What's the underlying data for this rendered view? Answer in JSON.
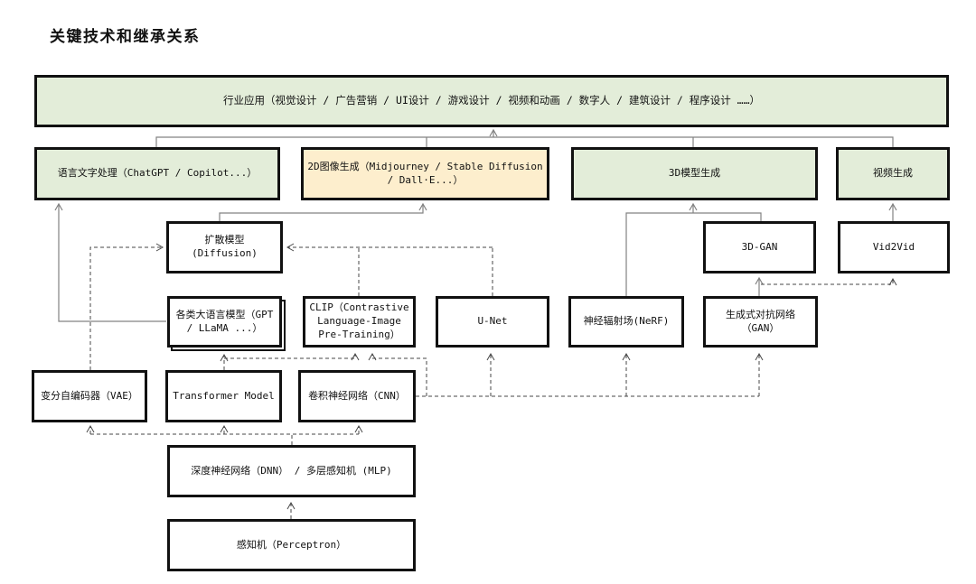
{
  "title": "关键技术和继承关系",
  "colors": {
    "green": "#e3edd9",
    "orange": "#fdeecd",
    "white": "#ffffff",
    "border": "#111111",
    "solid_line": "#828282",
    "dashed_line": "#474747",
    "background": "#ffffff"
  },
  "nodes": {
    "industry": {
      "label": "行业应用（视觉设计 / 广告营销 / UI设计 / 游戏设计 / 视频和动画 / 数字人 / 建筑设计 / 程序设计 ……）",
      "fill": "green"
    },
    "lang": {
      "label": "语言文字处理（ChatGPT / Copilot...）",
      "fill": "green"
    },
    "img2d": {
      "label": "2D图像生成（Midjourney / Stable Diffusion / Dall·E...）",
      "fill": "orange"
    },
    "model3d": {
      "label": "3D模型生成",
      "fill": "green"
    },
    "video": {
      "label": "视频生成",
      "fill": "green"
    },
    "diffusion": {
      "label": "扩散模型(Diffusion)",
      "fill": "white"
    },
    "gan3d": {
      "label": "3D-GAN",
      "fill": "white"
    },
    "vid2vid": {
      "label": "Vid2Vid",
      "fill": "white"
    },
    "llm": {
      "label": "各类大语言模型（GPT / LLaMA ...）",
      "fill": "white"
    },
    "clip": {
      "label": "CLIP（Contrastive Language-Image Pre-Training）",
      "fill": "white"
    },
    "unet": {
      "label": "U-Net",
      "fill": "white"
    },
    "nerf": {
      "label": "神经辐射场(NeRF)",
      "fill": "white"
    },
    "gan": {
      "label": "生成式对抗网络（GAN）",
      "fill": "white"
    },
    "vae": {
      "label": "变分自编码器（VAE）",
      "fill": "white"
    },
    "transformer": {
      "label": "Transformer Model",
      "fill": "white"
    },
    "cnn": {
      "label": "卷积神经网络（CNN）",
      "fill": "white"
    },
    "dnn": {
      "label": "深度神经网络（DNN） / 多层感知机 (MLP)",
      "fill": "white"
    },
    "perceptron": {
      "label": "感知机（Perceptron）",
      "fill": "white"
    }
  },
  "edges": [
    {
      "from": "lang",
      "to": "industry",
      "style": "solid"
    },
    {
      "from": "img2d",
      "to": "industry",
      "style": "solid"
    },
    {
      "from": "model3d",
      "to": "industry",
      "style": "solid"
    },
    {
      "from": "video",
      "to": "industry",
      "style": "solid"
    },
    {
      "from": "llm",
      "to": "lang",
      "style": "solid"
    },
    {
      "from": "diffusion",
      "to": "img2d",
      "style": "solid"
    },
    {
      "from": "nerf",
      "to": "model3d",
      "style": "solid"
    },
    {
      "from": "gan3d",
      "to": "model3d",
      "style": "solid"
    },
    {
      "from": "vid2vid",
      "to": "video",
      "style": "solid"
    },
    {
      "from": "gan",
      "to": "gan3d",
      "style": "solid"
    },
    {
      "from": "gan",
      "to": "vid2vid",
      "style": "dashed"
    },
    {
      "from": "vae",
      "to": "diffusion",
      "style": "dashed"
    },
    {
      "from": "clip",
      "to": "diffusion",
      "style": "dashed"
    },
    {
      "from": "unet",
      "to": "diffusion",
      "style": "dashed"
    },
    {
      "from": "transformer",
      "to": "llm",
      "style": "dashed"
    },
    {
      "from": "transformer",
      "to": "clip",
      "style": "dashed"
    },
    {
      "from": "cnn",
      "to": "clip",
      "style": "dashed"
    },
    {
      "from": "cnn",
      "to": "unet",
      "style": "dashed"
    },
    {
      "from": "cnn",
      "to": "nerf",
      "style": "dashed"
    },
    {
      "from": "cnn",
      "to": "gan",
      "style": "dashed"
    },
    {
      "from": "dnn",
      "to": "vae",
      "style": "dashed"
    },
    {
      "from": "dnn",
      "to": "transformer",
      "style": "dashed"
    },
    {
      "from": "dnn",
      "to": "cnn",
      "style": "dashed"
    },
    {
      "from": "perceptron",
      "to": "dnn",
      "style": "dashed"
    }
  ]
}
